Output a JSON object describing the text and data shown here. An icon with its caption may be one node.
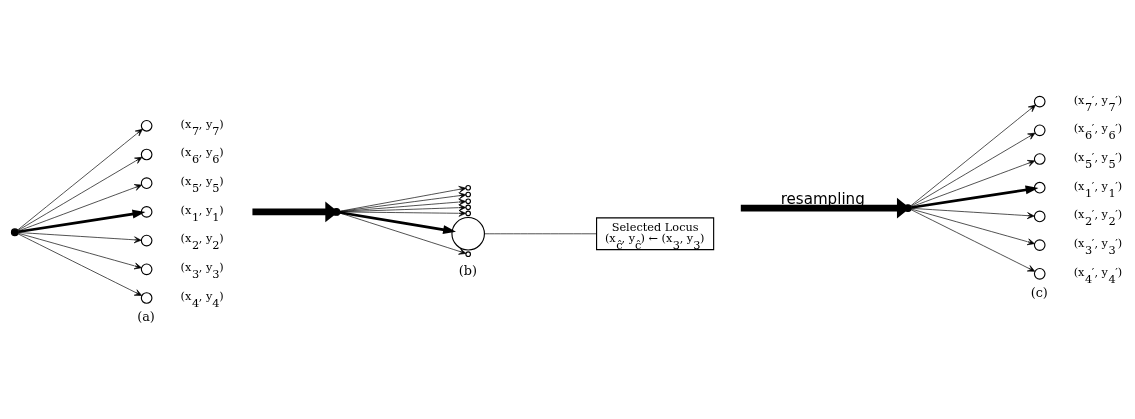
{
  "diagram": {
    "nodes": [
      {
        "text": [],
        "shape": "circle"
      },
      {
        "text": [],
        "shape": "circle",
        "beside": [
          "(x$_{7}$, y$_{7}$)"
        ]
      },
      {
        "text": [],
        "shape": "circle",
        "beside": [
          "(x$_{6}$, y$_{6}$)"
        ]
      },
      {
        "text": [],
        "shape": "circle",
        "beside": [
          "(x$_{5}$, y$_{5}$)"
        ]
      },
      {
        "text": [],
        "shape": "circle",
        "beside": [
          "(x$_{1}$, y$_{1}$)"
        ]
      },
      {
        "text": [],
        "shape": "circle",
        "beside": [
          "(x$_{2}$, y$_{2}$)"
        ]
      },
      {
        "text": [],
        "shape": "circle",
        "beside": [
          "(x$_{3}$, y$_{3}$)"
        ]
      },
      {
        "text": [],
        "shape": "circle",
        "beside": [
          "(x$_{4}$, y$_{4}$)"
        ]
      },
      {
        "text": [],
        "shape": "circle"
      },
      {
        "text": [],
        "shape": "circle"
      },
      {
        "text": [],
        "shape": "circle"
      },
      {
        "text": [],
        "shape": "circle"
      },
      {
        "text": [],
        "shape": "circle"
      },
      {
        "text": [],
        "shape": "circle"
      },
      {
        "text": [],
        "shape": "circle"
      },
      {
        "text": [],
        "shape": "circle"
      },
      {
        "text": [
          "Selected Locus",
          "(x$_{ĉ}$, y$_{ĉ}$) ← (x$_{3}$, y$_{3}$)"
        ]
      },
      {
        "text": [],
        "shape": "circle"
      },
      {
        "text": [],
        "shape": "circle",
        "beside": [
          "(x$_{7}$′, y$_{7}$′)"
        ]
      },
      {
        "text": [],
        "shape": "circle",
        "beside": [
          "(x$_{6}$′, y$_{6}$′)"
        ]
      },
      {
        "text": [],
        "shape": "circle",
        "beside": [
          "(x$_{5}$′, y$_{5}$′)"
        ]
      },
      {
        "text": [],
        "shape": "circle",
        "beside": [
          "(x$_{1}$′, y$_{1}$′)"
        ]
      },
      {
        "text": [],
        "shape": "circle",
        "beside": [
          "(x$_{2}$′, y$_{2}$′)"
        ]
      },
      {
        "text": [],
        "shape": "circle",
        "beside": [
          "(x$_{3}$′, y$_{3}$′)"
        ]
      },
      {
        "text": [],
        "shape": "circle",
        "beside": [
          "(x$_{4}$′, y$_{4}$′)"
        ]
      }
    ],
    "edges": [
      {
        "from": 0,
        "to": 1,
        "arrow": "to"
      },
      {
        "from": 0,
        "to": 2,
        "arrow": "to"
      },
      {
        "from": 0,
        "to": 3,
        "arrow": "to"
      },
      {
        "from": 0,
        "to": 4,
        "arrow": "to",
        "style": "thick"
      },
      {
        "from": 0,
        "to": 5,
        "arrow": "to"
      },
      {
        "from": 0,
        "to": 6,
        "arrow": "to"
      },
      {
        "from": 0,
        "to": 7,
        "arrow": "to"
      },
      {
        "from": null,
        "to": 8,
        "arrow": "to",
        "style": "thick"
      },
      {
        "from": 8,
        "to": 9,
        "arrow": "to"
      },
      {
        "from": 8,
        "to": 10,
        "arrow": "to"
      },
      {
        "from": 8,
        "to": 11,
        "arrow": "to"
      },
      {
        "from": 8,
        "to": 12,
        "arrow": "to"
      },
      {
        "from": 8,
        "to": 13,
        "arrow": "to"
      },
      {
        "from": 8,
        "to": 14,
        "arrow": "to",
        "style": "thick"
      },
      {
        "from": 8,
        "to": 15,
        "arrow": "to"
      },
      {
        "from": 14,
        "to": 16,
        "arrow": "none"
      },
      {
        "from": null,
        "to": 17,
        "arrow": "to",
        "style": "thick",
        "label": "resampling"
      },
      {
        "from": 17,
        "to": 18,
        "arrow": "to"
      },
      {
        "from": 17,
        "to": 19,
        "arrow": "to"
      },
      {
        "from": 17,
        "to": 20,
        "arrow": "to"
      },
      {
        "from": 17,
        "to": 21,
        "arrow": "to",
        "style": "thick"
      },
      {
        "from": 17,
        "to": 22,
        "arrow": "to"
      },
      {
        "from": 17,
        "to": 23,
        "arrow": "to"
      },
      {
        "from": 17,
        "to": 24,
        "arrow": "to"
      }
    ],
    "labels": [
      "(a)",
      "(b)",
      "(c)"
    ]
  }
}
